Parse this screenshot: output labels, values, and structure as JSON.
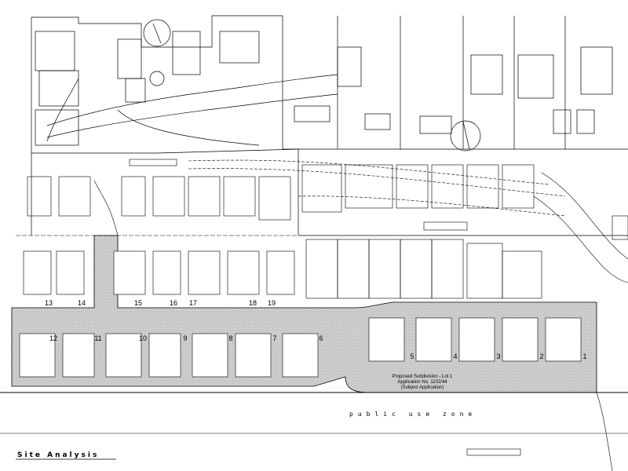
{
  "drawing": {
    "title": "Site Analysis",
    "zone_label": "public use zone",
    "proposed_label_line1": "Proposed Subdivision - Lot 1",
    "proposed_label_line2": "Application No. 1102/44",
    "proposed_label_line3": "(Subject Application)"
  },
  "lots_north": [
    {
      "num": "13"
    },
    {
      "num": "14"
    },
    {
      "num": "15"
    },
    {
      "num": "16"
    },
    {
      "num": "17"
    },
    {
      "num": "18"
    },
    {
      "num": "19"
    }
  ],
  "lots_south": [
    {
      "num": "12"
    },
    {
      "num": "11"
    },
    {
      "num": "10"
    },
    {
      "num": "9"
    },
    {
      "num": "8"
    },
    {
      "num": "7"
    },
    {
      "num": "6"
    }
  ],
  "lots_east": [
    {
      "num": "5"
    },
    {
      "num": "4"
    },
    {
      "num": "3"
    },
    {
      "num": "2"
    },
    {
      "num": "1"
    }
  ],
  "colors": {
    "line": "#000000",
    "road_fill": "#c9c9c9",
    "paper": "#ffffff"
  }
}
